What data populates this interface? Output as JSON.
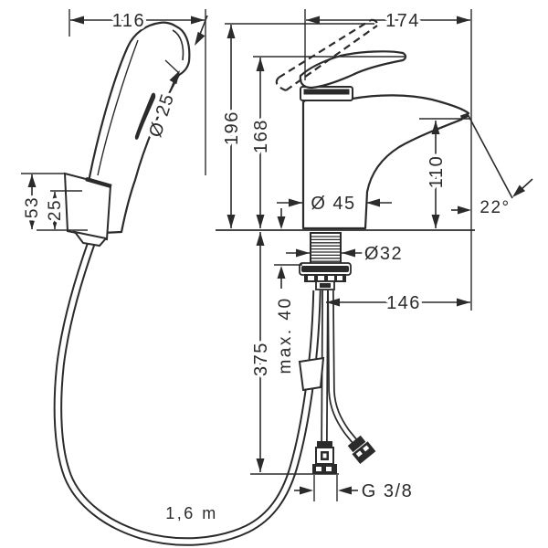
{
  "drawing": {
    "type": "technical-dimension-diagram",
    "background_color": "#ffffff",
    "line_color": "#2b2b2b",
    "labels": {
      "hand_shower_width": "116",
      "faucet_reach": "174",
      "height_lever_raised": "196",
      "height_lever_down": "168",
      "spout_height": "110",
      "shower_head_diameter": "Ø 25",
      "holder_height_outer": "53",
      "holder_height_inner": "25",
      "body_diameter": "Ø 45",
      "shank_diameter": "Ø32",
      "spray_angle": "22°",
      "offset_under_counter": "146",
      "max_mounting_thickness": "max. 40",
      "hose_drop_length": "375",
      "connection_thread": "G 3/8",
      "hose_length": "1,6 m"
    }
  }
}
